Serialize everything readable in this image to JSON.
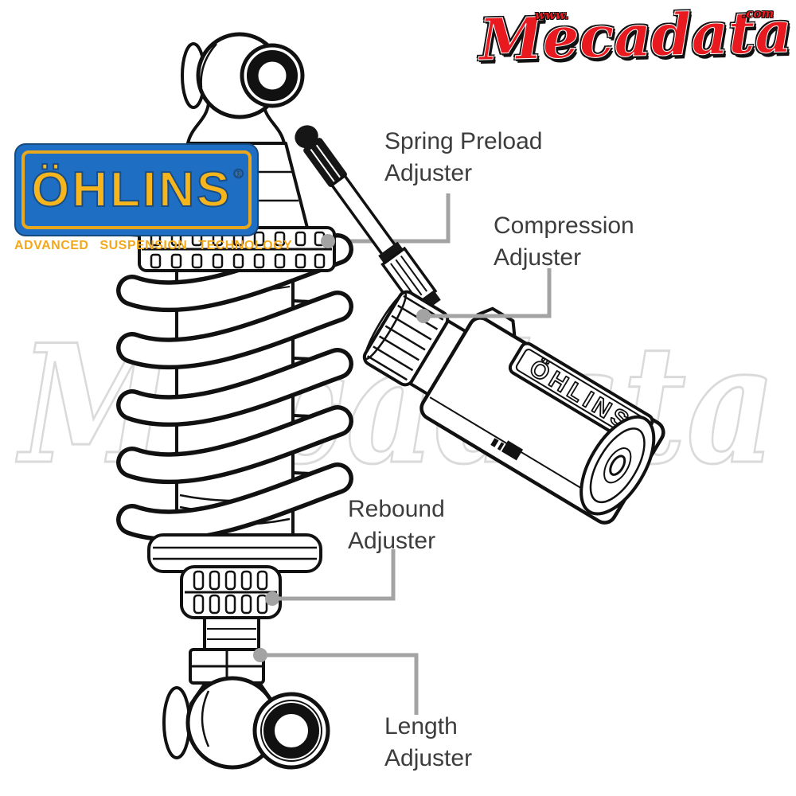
{
  "page": {
    "background": "#ffffff"
  },
  "watermark": {
    "text": "Mecadata",
    "color": "#dadada"
  },
  "mecadata_logo": {
    "www": "www.",
    "name": "Mecadata",
    "com": ".com",
    "color": "#e8191f"
  },
  "ohlins_logo": {
    "brand": "ÖHLINS",
    "registered": "®",
    "tagline": "ADVANCED SUSPENSION TECHNOLOGY",
    "bg_color": "#1e6fc4",
    "accent_color": "#f6b51d"
  },
  "reservoir": {
    "band_text": "ÖHLINS"
  },
  "labels": {
    "spring_preload": {
      "line1": "Spring Preload",
      "line2": "Adjuster"
    },
    "compression": {
      "line1": "Compression",
      "line2": "Adjuster"
    },
    "rebound": {
      "line1": "Rebound",
      "line2": "Adjuster"
    },
    "length": {
      "line1": "Length",
      "line2": "Adjuster"
    }
  },
  "style": {
    "leader_color": "#a3a3a3",
    "ink_color": "#111111",
    "label_color": "#3d3d3d"
  }
}
